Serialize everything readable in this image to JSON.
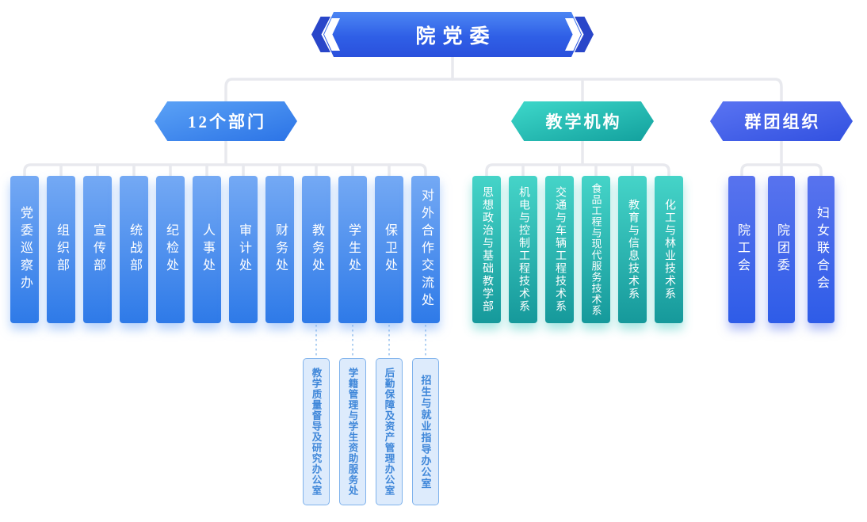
{
  "root": {
    "label": "院党委"
  },
  "branches": [
    {
      "label": "12个部门",
      "children": [
        "党委巡察办",
        "组织部",
        "宣传部",
        "统战部",
        "纪检处",
        "人事处",
        "审计处",
        "财务处",
        "教务处",
        "学生处",
        "保卫处",
        "对外合作交流处"
      ]
    },
    {
      "label": "教学机构",
      "children": [
        "思想政治与基础教学部",
        "机电与控制工程技术系",
        "交通与车辆工程技术系",
        "食品工程与现代服务技术系",
        "教育与信息技术系",
        "化工与林业技术系"
      ]
    },
    {
      "label": "群团组织",
      "children": [
        "院工会",
        "院团委",
        "妇女联合会"
      ]
    }
  ],
  "sub_offices": [
    {
      "parent": "教务处",
      "label": "教学质量督导及研究办公室"
    },
    {
      "parent": "学生处",
      "label": "学籍管理与学生资助服务处"
    },
    {
      "parent": "保卫处",
      "label": "后勤保障及资产管理办公室"
    },
    {
      "parent": "对外合作交流处",
      "label": "招生与就业指导办公室"
    }
  ],
  "colors": {
    "root_banner": "#2f5fe6",
    "dept_accent": "#2e7ae8",
    "teaching_accent": "#16999b",
    "mass_accent": "#2e5ce8",
    "sub_box_bg": "#ddebfc",
    "sub_box_border": "#7fb2ec",
    "sub_box_text": "#3f87d9",
    "connector": "#e8e9ee",
    "dotted_connector": "#9cc4ef"
  }
}
